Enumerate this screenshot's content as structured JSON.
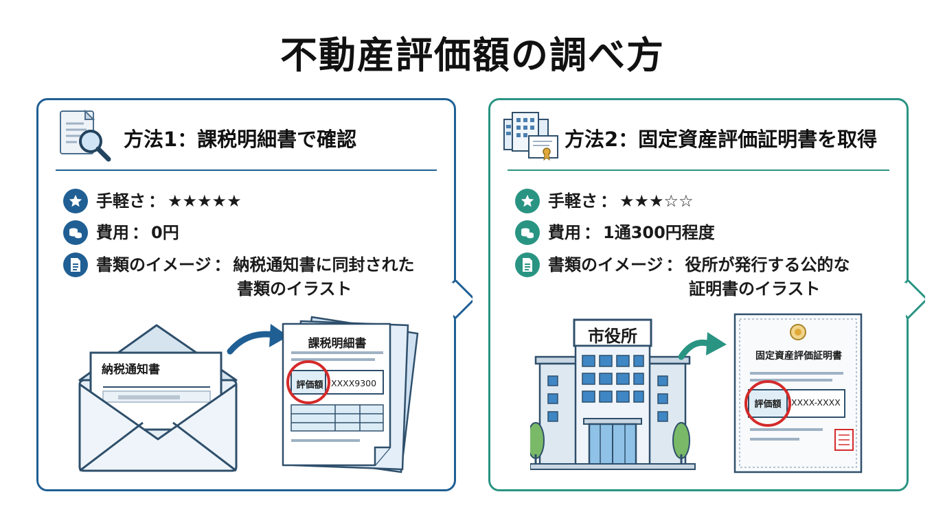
{
  "title": "不動産評価額の調べ方",
  "method1": {
    "heading": "方法1：課税明細書で確認",
    "ease_label": "手軽さ",
    "ease_stars": "★★★★★",
    "ease_rating": 5,
    "cost_label": "費用",
    "cost_value": "0円",
    "doc_label": "書類のイメージ",
    "doc_value_line1": "納税通知書に同封された",
    "doc_value_line2": "書類のイラスト",
    "envelope_label": "納税通知書",
    "sheet_title": "課税明細書",
    "sheet_field_label": "評価額",
    "sheet_field_value": "XXXX9300",
    "accent": "#1f5f94"
  },
  "method2": {
    "heading": "方法2：固定資産評価証明書を取得",
    "ease_label": "手軽さ",
    "ease_stars": "★★★☆☆",
    "ease_rating": 3,
    "cost_label": "費用",
    "cost_value": "1通300円程度",
    "doc_label": "書類のイメージ",
    "doc_value_line1": "役所が発行する公的な",
    "doc_value_line2": "証明書のイラスト",
    "building_sign": "市役所",
    "cert_title": "固定資産評価証明書",
    "cert_field_label": "評価額",
    "cert_field_value": "XXXX-XXXX",
    "accent": "#2a9483"
  },
  "separator": "：",
  "colors": {
    "highlight_circle": "#d42a2a",
    "blue": "#1f5f94",
    "teal": "#2a9483"
  },
  "icons": [
    "document-search-icon",
    "building-certificate-icon",
    "star-icon",
    "coins-icon",
    "document-icon",
    "arrow-icon"
  ]
}
